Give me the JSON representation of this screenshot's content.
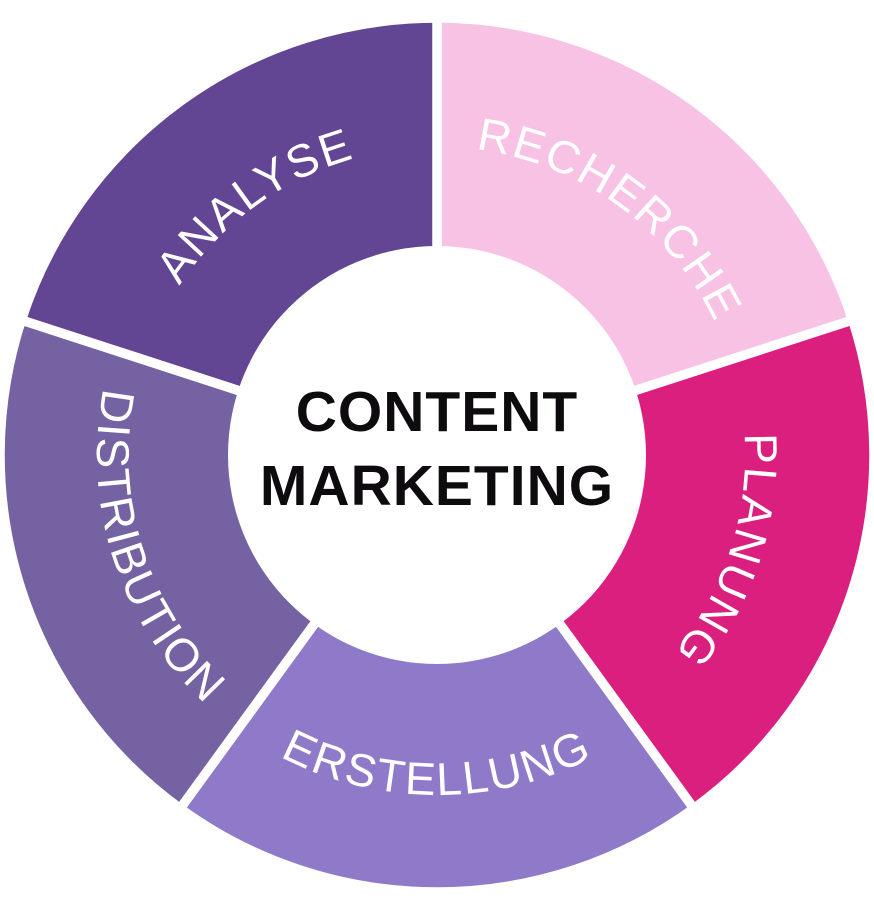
{
  "page": {
    "background": "#ffffff"
  },
  "diagram": {
    "type": "cycle-donut",
    "divider_color": "#ffffff",
    "label_color": "#ffffff",
    "center": {
      "line1": "CONTENT",
      "line2": "MARKETING",
      "text_color": "#0d0b0e"
    },
    "segments": [
      {
        "id": "recherche",
        "label": "RECHERCHE",
        "color": "#f8c2e4"
      },
      {
        "id": "planung",
        "label": "PLANUNG",
        "color": "#da1f7f"
      },
      {
        "id": "erstellung",
        "label": "ERSTELLUNG",
        "color": "#8f7ac9"
      },
      {
        "id": "distribution",
        "label": "DISTRIBUTION",
        "color": "#7462a3"
      },
      {
        "id": "analyse",
        "label": "ANALYSE",
        "color": "#624694"
      }
    ]
  }
}
